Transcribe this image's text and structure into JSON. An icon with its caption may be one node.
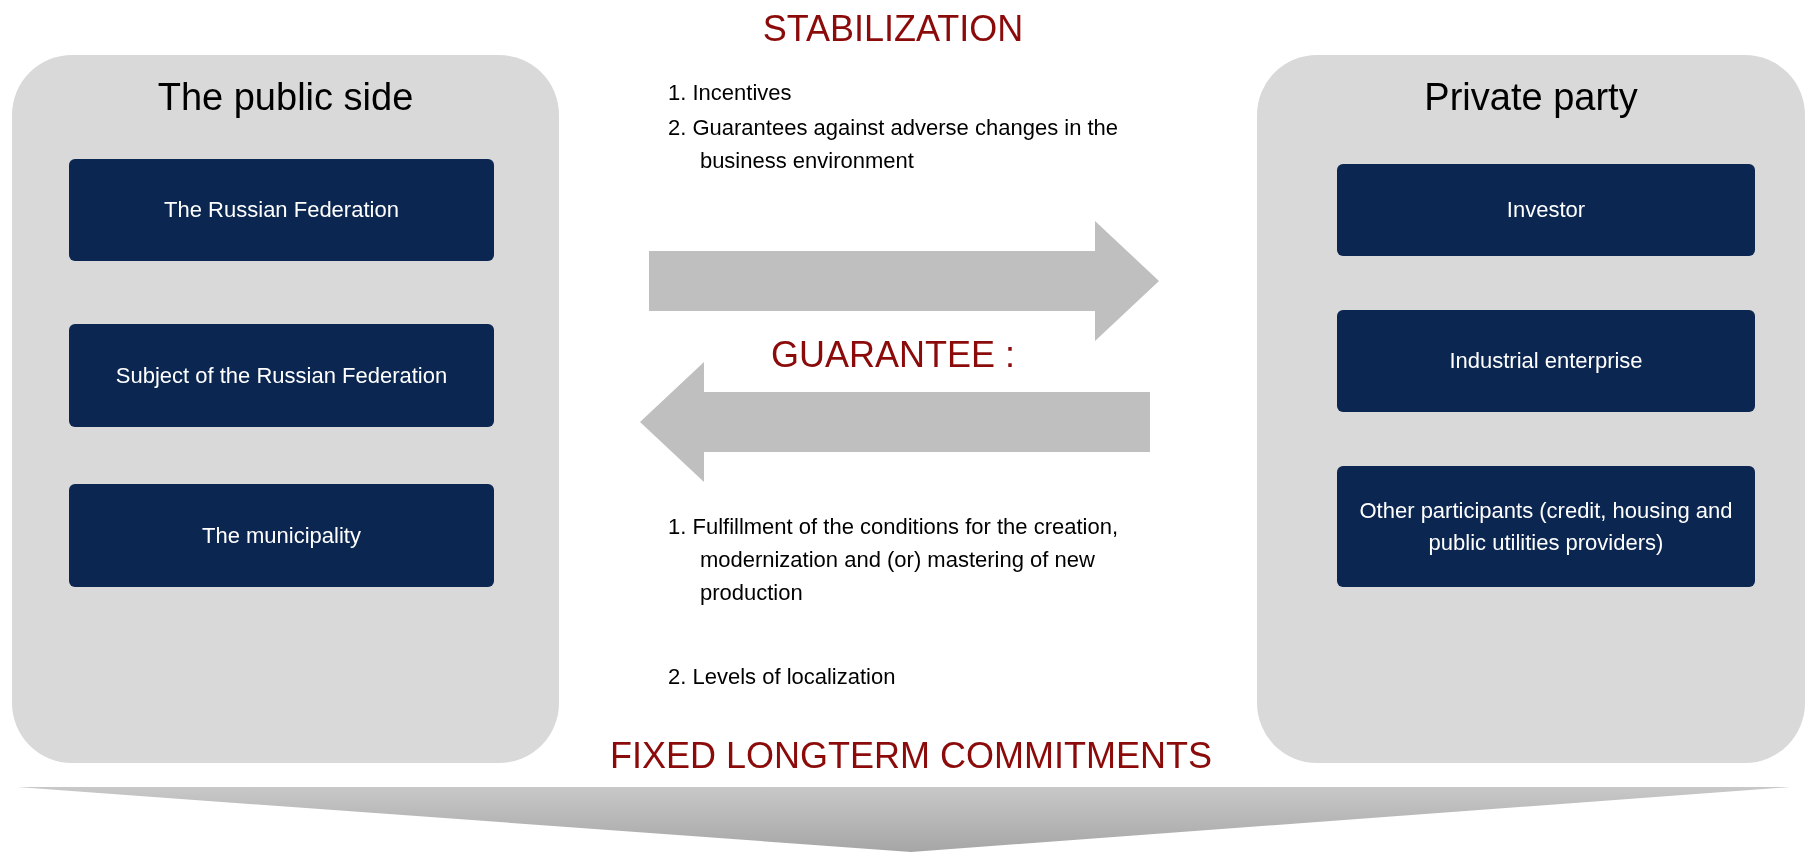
{
  "diagram": {
    "nodes": [
      {
        "text": [
          "The public side"
        ]
      },
      {
        "text": [
          "The Russian Federation"
        ],
        "in": 0
      },
      {
        "text": [
          "Subject of the Russian Federation"
        ],
        "in": 0
      },
      {
        "text": [
          "The municipality"
        ],
        "in": 0
      },
      {
        "text": [
          "Private party"
        ]
      },
      {
        "text": [
          "Investor"
        ],
        "in": 4
      },
      {
        "text": [
          "Industrial enterprise"
        ],
        "in": 4
      },
      {
        "text": [
          "Other participants (credit, housing and public utilities providers)"
        ],
        "in": 4
      }
    ],
    "edges": [
      {
        "from": 0,
        "to": 4,
        "arrow": "to"
      },
      {
        "from": 4,
        "to": 0,
        "arrow": "to"
      }
    ],
    "labels": [
      "STABILIZATION",
      "1. Incentives",
      "2. Guarantees against adverse changes in the business environment",
      "GUARANTEE :",
      "1. Fulfillment of the conditions for the creation, modernization and (or) mastering of new production",
      "2. Levels of localization",
      "FIXED LONGTERM COMMITMENTS"
    ]
  }
}
